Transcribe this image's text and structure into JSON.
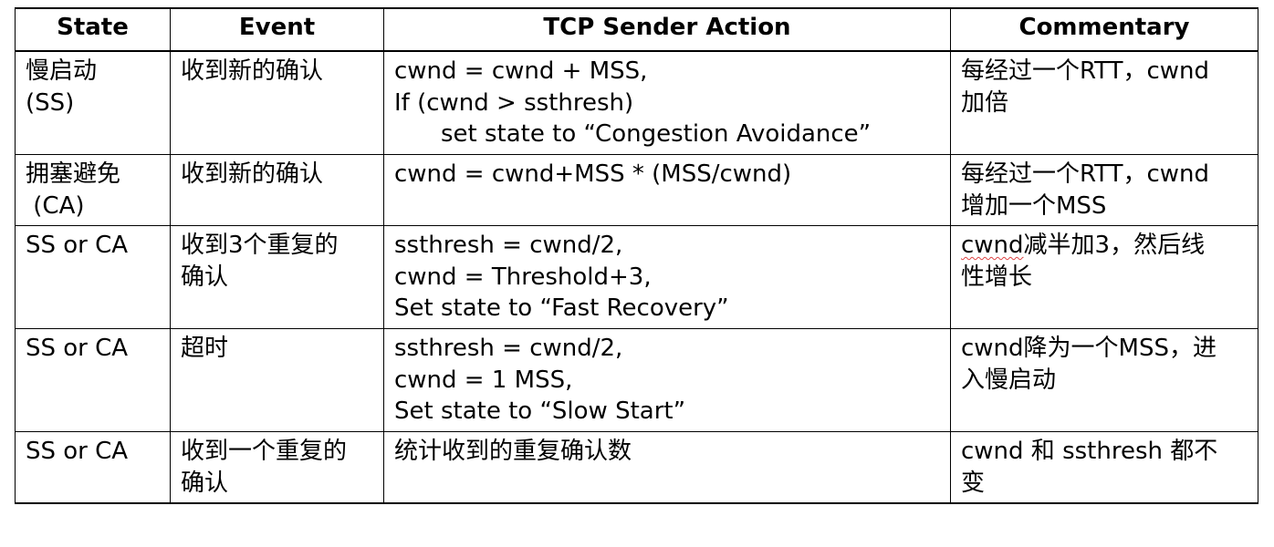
{
  "headers": {
    "state": "State",
    "event": "Event",
    "action": "TCP Sender Action",
    "commentary": "Commentary"
  },
  "rows": [
    {
      "state": [
        "慢启动",
        "(SS)"
      ],
      "event": [
        "收到新的确认"
      ],
      "action": [
        "cwnd = cwnd + MSS,",
        "If (cwnd > ssthresh)",
        "set state to “Congestion  Avoidance”"
      ],
      "commentary": [
        "每经过一个RTT，cwnd",
        "加倍"
      ]
    },
    {
      "state": [
        "拥塞避免",
        " (CA)"
      ],
      "event": [
        "收到新的确认"
      ],
      "action": [
        "cwnd = cwnd+MSS * (MSS/cwnd)"
      ],
      "commentary": [
        "每经过一个RTT，cwnd",
        "增加一个MSS"
      ]
    },
    {
      "state": [
        "SS or CA"
      ],
      "event": [
        "收到3个重复的",
        "确认"
      ],
      "action": [
        "ssthresh = cwnd/2,",
        "cwnd = Threshold+3,",
        "Set state to “Fast Recovery”"
      ],
      "commentary_prefix": "cwnd",
      "commentary": [
        "减半加3，然后线",
        "性增长"
      ]
    },
    {
      "state": [
        "SS or CA"
      ],
      "event": [
        "超时"
      ],
      "action": [
        "ssthresh = cwnd/2,",
        "cwnd = 1 MSS,",
        "Set state to “Slow Start”"
      ],
      "commentary": [
        "cwnd降为一个MSS，进",
        "入慢启动"
      ]
    },
    {
      "state": [
        "SS or CA"
      ],
      "event": [
        "收到一个重复的",
        "确认"
      ],
      "action": [
        "统计收到的重复确认数"
      ],
      "commentary": [
        "cwnd 和 ssthresh 都不",
        "变"
      ]
    }
  ]
}
